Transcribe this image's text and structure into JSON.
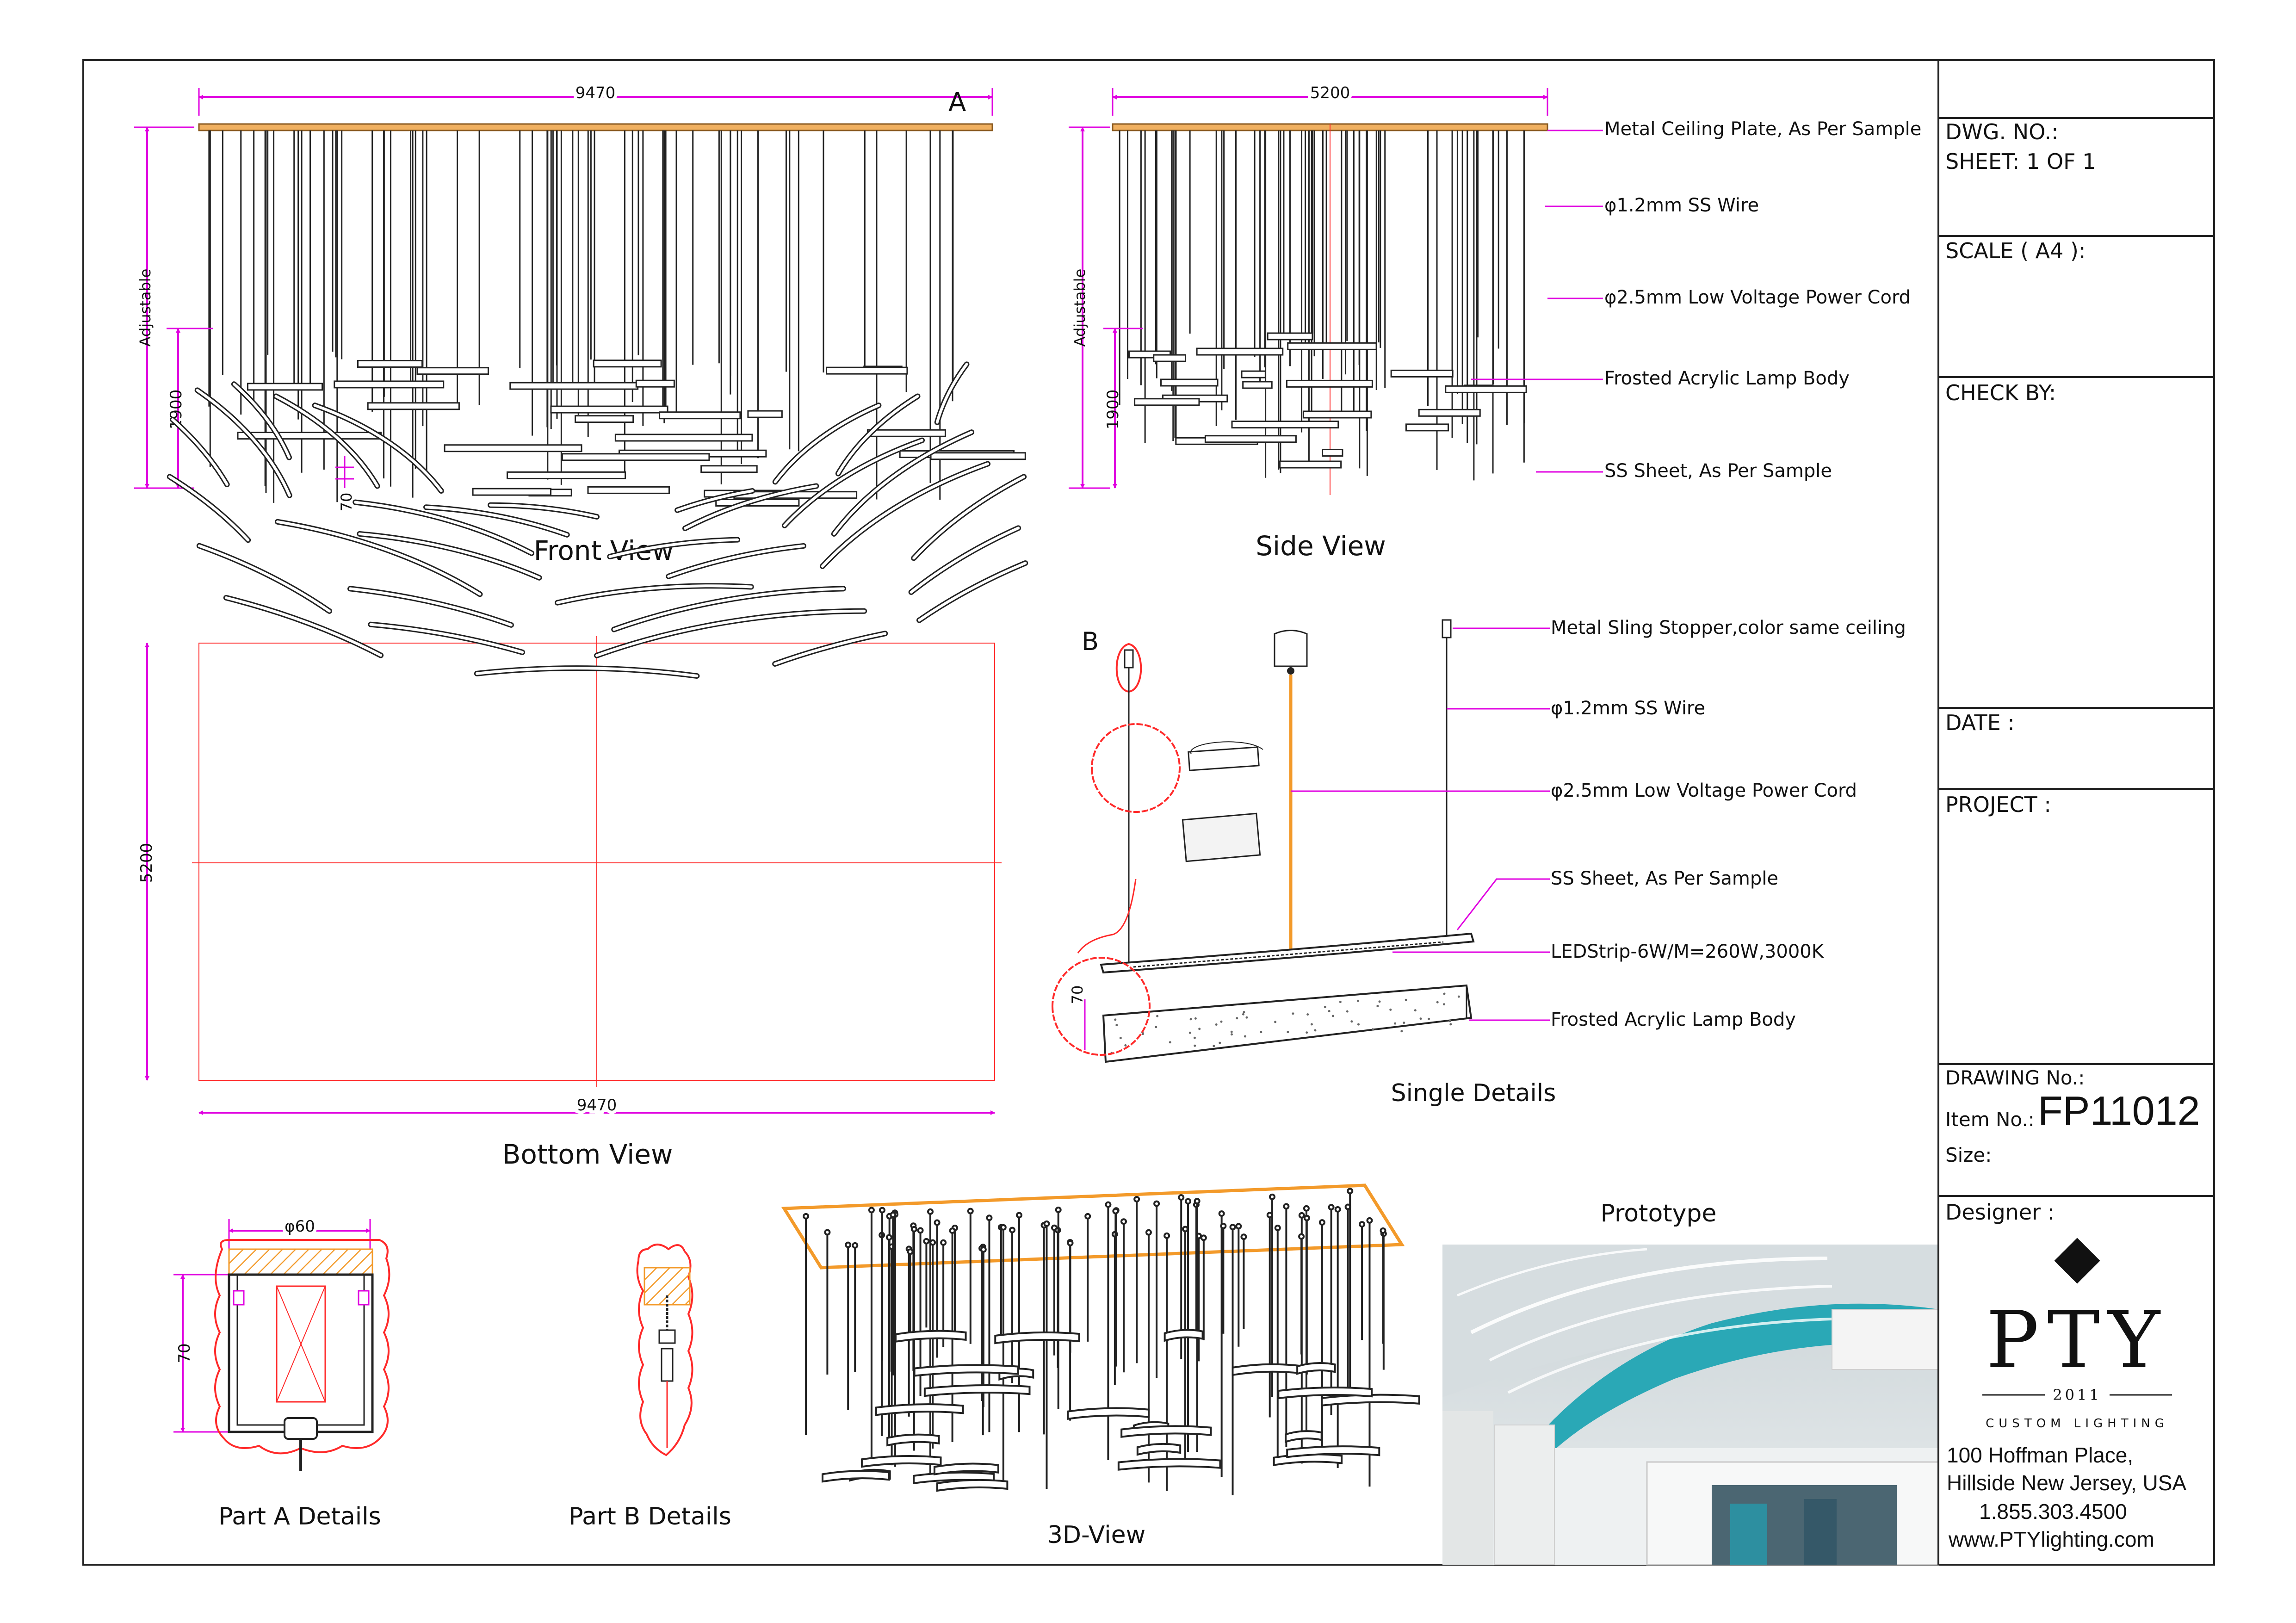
{
  "views": {
    "front": "Front View",
    "side": "Side View",
    "bottom": "Bottom View",
    "single": "Single Details",
    "part_a": "Part A Details",
    "part_b": "Part B Details",
    "three_d": "3D-View",
    "prototype": "Prototype"
  },
  "markers": {
    "a": "A",
    "b": "B"
  },
  "dimensions": {
    "front_width": "9470",
    "side_width": "5200",
    "bottom_width": "9470",
    "bottom_depth": "5200",
    "height": "1900",
    "adjustable": "Adjustable",
    "step": "70",
    "single_height": "70",
    "part_a_width": "φ60",
    "part_a_height": "70"
  },
  "side_callouts": [
    "Metal Ceiling Plate, As Per Sample",
    "φ1.2mm SS Wire",
    "φ2.5mm Low Voltage Power Cord",
    "Frosted Acrylic Lamp Body",
    "SS Sheet, As Per Sample"
  ],
  "single_callouts": [
    "Metal Sling Stopper,color same ceiling",
    "φ1.2mm SS Wire",
    "φ2.5mm Low Voltage Power Cord",
    "SS Sheet, As Per Sample",
    "LEDStrip-6W/M=260W,3000K",
    "Frosted Acrylic Lamp Body"
  ],
  "title_block": {
    "dwg_no": "DWG. NO.:",
    "sheet": "SHEET: 1 OF 1",
    "scale": "SCALE ( A4 ):",
    "check_by": "CHECK BY:",
    "date": "DATE :",
    "project": "PROJECT :",
    "drawing_no": "DRAWING No.:",
    "item_no_label": "Item No.:",
    "item_no": "FP11012",
    "size": "Size:",
    "designer": "Designer :"
  },
  "brand": {
    "name": "PTY",
    "year": "2011",
    "tagline": "CUSTOM LIGHTING",
    "address1": "100 Hoffman Place,",
    "address2": "Hillside New Jersey, USA",
    "phone": "1.855.303.4500",
    "web": "www.PTYlighting.com"
  },
  "colors": {
    "dimension": "#e000e0",
    "hidden": "#ff2a2a",
    "cord": "#f39a2a",
    "line": "#1a1a1a"
  }
}
